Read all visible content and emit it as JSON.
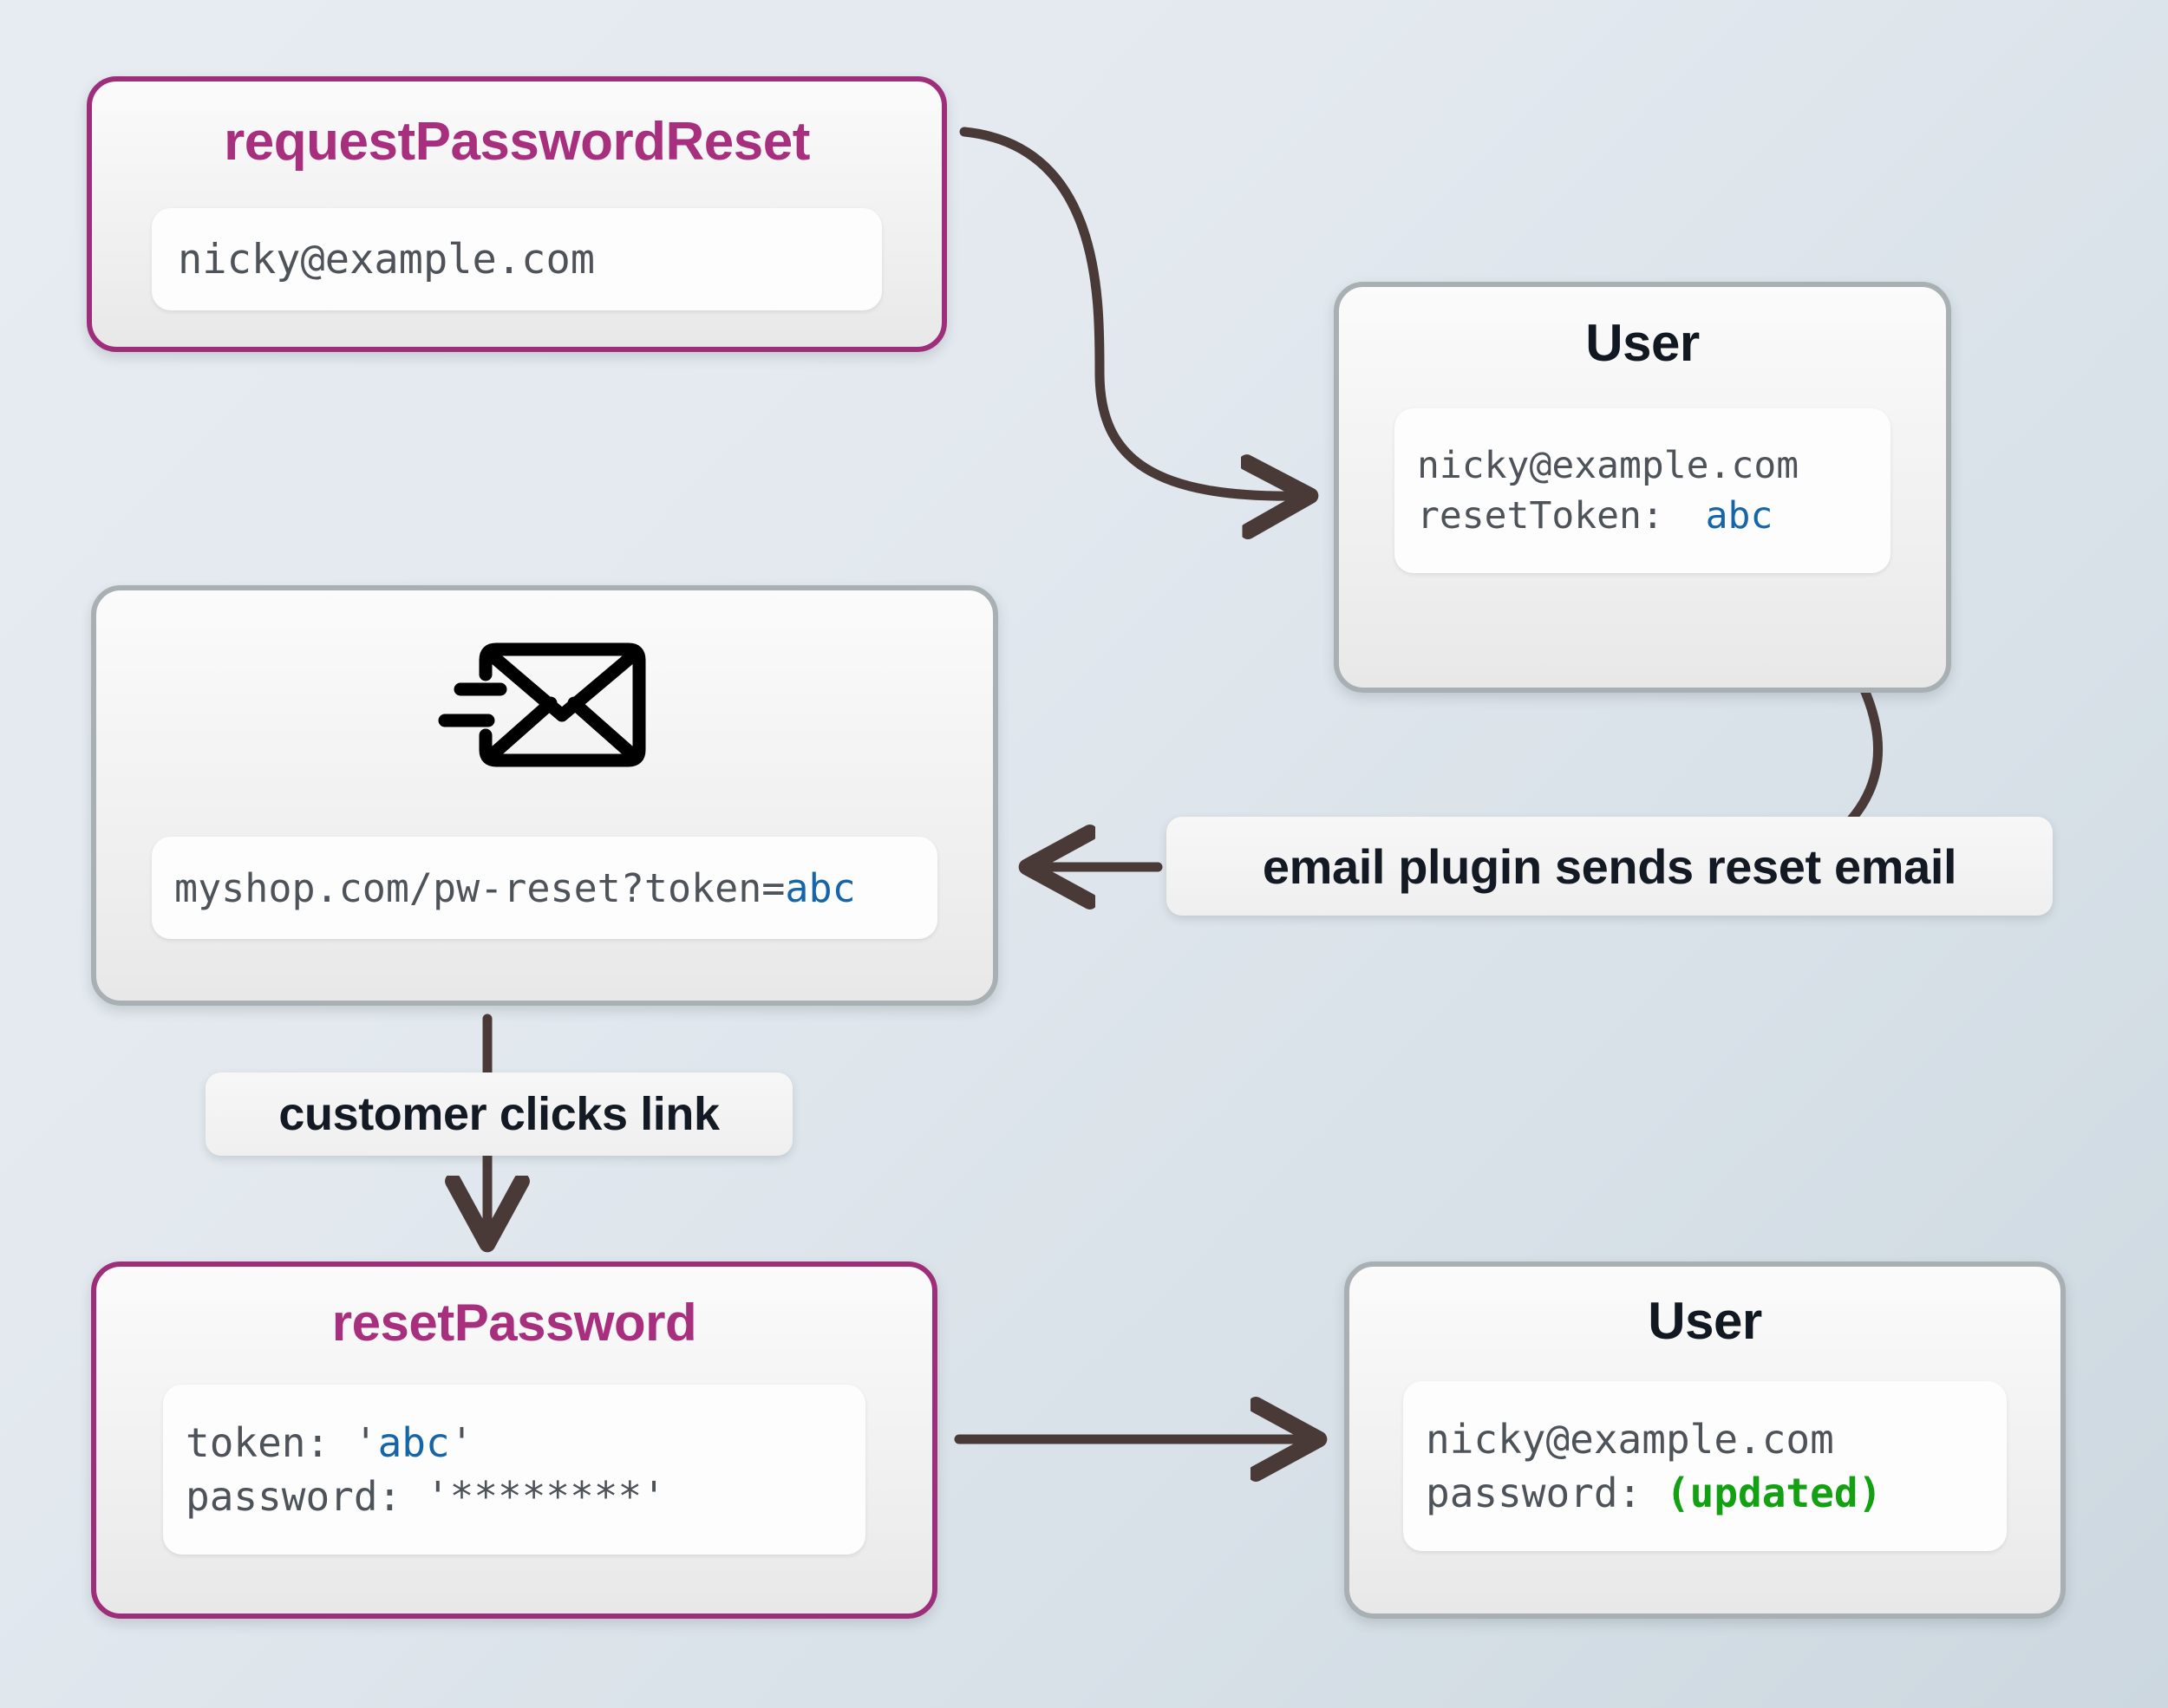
{
  "diagram": {
    "title_hidden": "",
    "colors": {
      "accent_magenta": "#9e2d7a",
      "accent_magenta_text": "#a82f7e",
      "node_border_gray": "#a8b0b4",
      "arrow_brown": "#4a3a37",
      "token_blue": "#1565a8",
      "updated_green": "#13a013",
      "mono_text": "#4d5359",
      "bg_start": "#e6ecf1",
      "bg_end": "#ccd7df"
    }
  },
  "nodes": {
    "request_password_reset": {
      "title": "requestPasswordReset",
      "field_lines": [
        {
          "text": "nicky@example.com"
        }
      ]
    },
    "user_with_token": {
      "title": "User",
      "field_lines": [
        {
          "text": "nicky@example.com"
        },
        {
          "label": "resetToken: ",
          "token": "abc"
        }
      ]
    },
    "reset_email": {
      "icon": "send-email-icon",
      "field_lines": [
        {
          "prefix": "myshop.com/pw-reset?token=",
          "token": "abc"
        }
      ]
    },
    "reset_password": {
      "title": "resetPassword",
      "field_lines": [
        {
          "label": "token: ",
          "quote_open": "'",
          "token": "abc",
          "quote_close": "'"
        },
        {
          "text": "password: '********'"
        }
      ]
    },
    "user_updated": {
      "title": "User",
      "field_lines": [
        {
          "text": "nicky@example.com"
        },
        {
          "label": "password: ",
          "status": "(updated)"
        }
      ]
    }
  },
  "edges": {
    "request_to_user": {
      "label": ""
    },
    "token_to_email_plugin": {
      "label": "email plugin sends reset email"
    },
    "email_to_reset_password": {
      "label": "customer clicks link"
    },
    "reset_password_to_user": {
      "label": ""
    }
  },
  "icons": {
    "send_email": "send-email-icon"
  }
}
